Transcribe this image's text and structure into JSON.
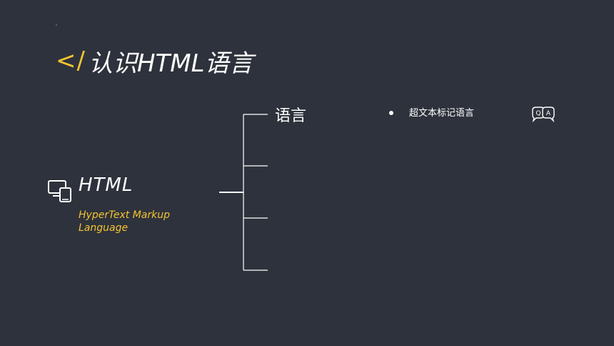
{
  "title": {
    "code_mark": "</",
    "text": "认识HTML语言"
  },
  "left": {
    "heading": "HTML",
    "subtitle": "HyperText Markup Language"
  },
  "tree": {
    "branch1_label": "语言"
  },
  "bullets": [
    {
      "text": "超文本标记语言"
    }
  ],
  "icons": {
    "device": "devices-icon",
    "qa": "qa-chat-icon"
  },
  "colors": {
    "background": "#2e323c",
    "accent": "#f4c430",
    "text": "#ffffff"
  }
}
